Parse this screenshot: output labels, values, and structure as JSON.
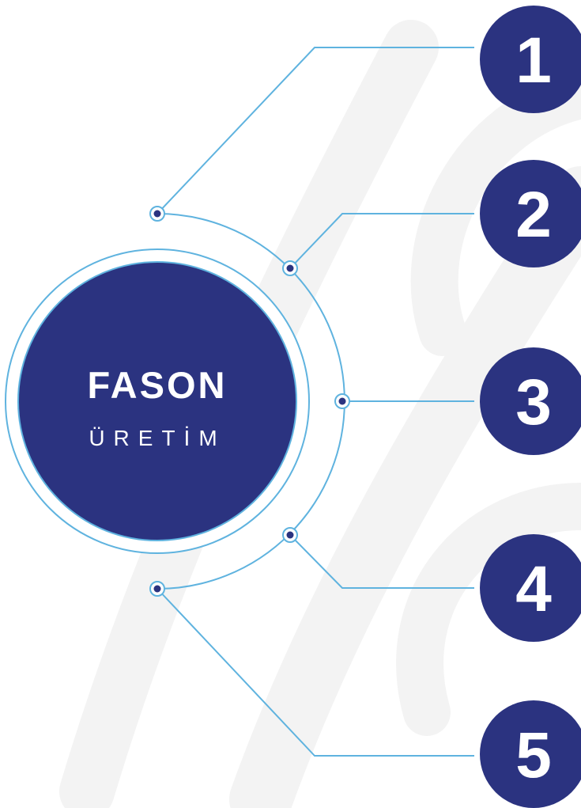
{
  "center": {
    "title": "FASON",
    "subtitle": "ÜRETİM"
  },
  "steps": [
    {
      "number": "1"
    },
    {
      "number": "2"
    },
    {
      "number": "3"
    },
    {
      "number": "4"
    },
    {
      "number": "5"
    }
  ],
  "colors": {
    "navy": "#2b3380",
    "line": "#5fb3df",
    "dot": "#2b3380",
    "watermark": "#f4f4f4",
    "text_on_navy": "#ffffff"
  }
}
